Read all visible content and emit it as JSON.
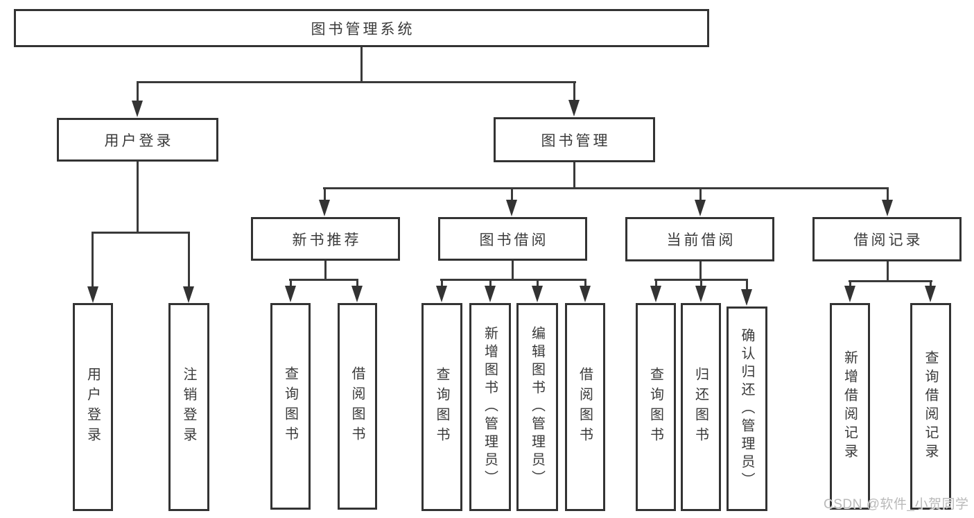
{
  "diagram": {
    "type": "hierarchy-tree",
    "watermark": "CSDN @软件_小贺同学",
    "colors": {
      "background": "#ffffff",
      "line": "#3a3a3a",
      "box_border": "#333333",
      "text": "#3a3a3a",
      "watermark_text": "#b9b9b9"
    }
  },
  "nodes": [
    {
      "id": "root",
      "label": "图书管理系统",
      "level": 1,
      "parent": null
    },
    {
      "id": "user-login",
      "label": "用户登录",
      "level": 2,
      "parent": "root"
    },
    {
      "id": "book-management",
      "label": "图书管理",
      "level": 2,
      "parent": "root"
    },
    {
      "id": "new-book-recommend",
      "label": "新书推荐",
      "level": 3,
      "parent": "book-management"
    },
    {
      "id": "book-borrowing",
      "label": "图书借阅",
      "level": 3,
      "parent": "book-management"
    },
    {
      "id": "current-borrowing",
      "label": "当前借阅",
      "level": 3,
      "parent": "book-management"
    },
    {
      "id": "borrowing-records",
      "label": "借阅记录",
      "level": 3,
      "parent": "book-management"
    },
    {
      "id": "leaf-user-login",
      "label": "用户登录",
      "level": 4,
      "parent": "user-login"
    },
    {
      "id": "leaf-logout",
      "label": "注销登录",
      "level": 4,
      "parent": "user-login"
    },
    {
      "id": "leaf-query-books-1",
      "label": "查询图书",
      "level": 4,
      "parent": "new-book-recommend"
    },
    {
      "id": "leaf-borrow-books-1",
      "label": "借阅图书",
      "level": 4,
      "parent": "new-book-recommend"
    },
    {
      "id": "leaf-query-books-2",
      "label": "查询图书",
      "level": 4,
      "parent": "book-borrowing"
    },
    {
      "id": "leaf-add-books",
      "label": "新增图书（管理员）",
      "level": 4,
      "parent": "book-borrowing"
    },
    {
      "id": "leaf-edit-books",
      "label": "编辑图书（管理员）",
      "level": 4,
      "parent": "book-borrowing"
    },
    {
      "id": "leaf-borrow-books-2",
      "label": "借阅图书",
      "level": 4,
      "parent": "book-borrowing"
    },
    {
      "id": "leaf-query-books-3",
      "label": "查询图书",
      "level": 4,
      "parent": "current-borrowing"
    },
    {
      "id": "leaf-return-books",
      "label": "归还图书",
      "level": 4,
      "parent": "current-borrowing"
    },
    {
      "id": "leaf-confirm-return",
      "label": "确认归还（管理员）",
      "level": 4,
      "parent": "current-borrowing"
    },
    {
      "id": "leaf-add-borrow-record",
      "label": "新增借阅记录",
      "level": 4,
      "parent": "borrowing-records"
    },
    {
      "id": "leaf-query-borrow-record",
      "label": "查询借阅记录",
      "level": 4,
      "parent": "borrowing-records"
    }
  ]
}
